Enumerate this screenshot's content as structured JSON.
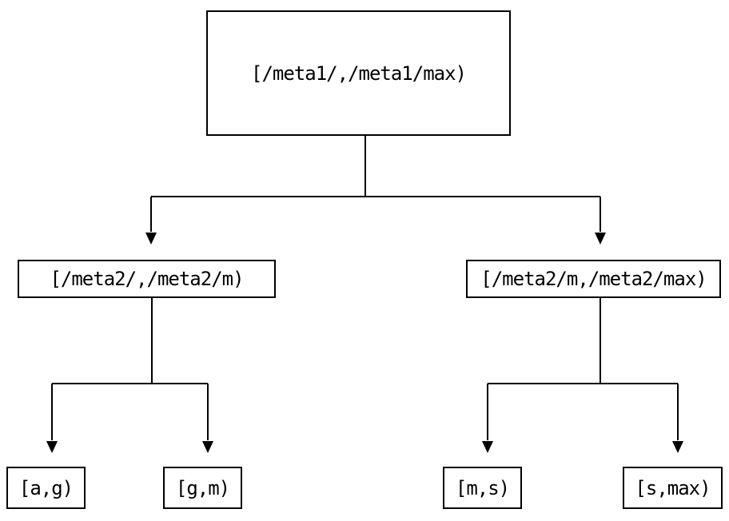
{
  "diagram": {
    "root": {
      "label": "[/meta1/,/meta1/max)"
    },
    "level2": [
      {
        "label": "[/meta2/,/meta2/m)"
      },
      {
        "label": "[/meta2/m,/meta2/max)"
      }
    ],
    "leaves": [
      {
        "label": "[a,g)"
      },
      {
        "label": "[g,m)"
      },
      {
        "label": "[m,s)"
      },
      {
        "label": "[s,max)"
      }
    ]
  },
  "colors": {
    "background": "#ffffff",
    "line": "#000000",
    "text": "#000000"
  }
}
